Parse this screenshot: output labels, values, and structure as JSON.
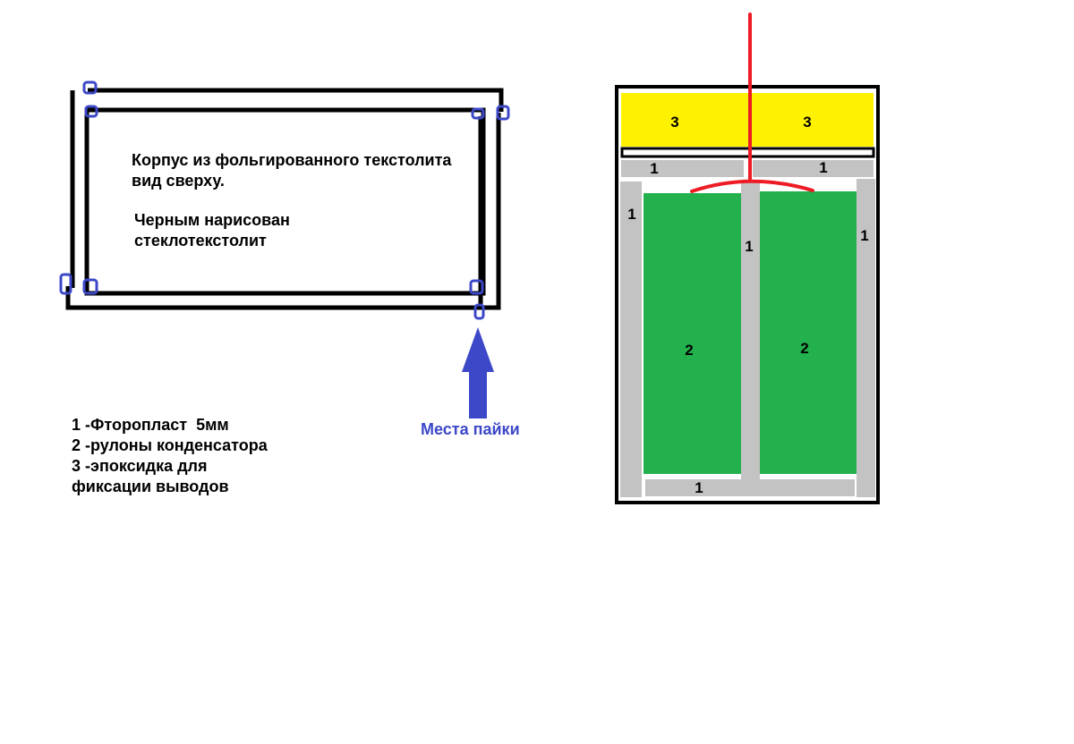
{
  "colors": {
    "outline": "#000000",
    "solder": "#3c48c8",
    "ptfe": "#c3c3c3",
    "capacitor": "#22b14c",
    "epoxy": "#fff200",
    "lead": "#ed1c24"
  },
  "top_view": {
    "description_lines": [
      "Корпус из фольгированного текстолита",
      "вид сверху."
    ],
    "note_lines": [
      "Черным нарисован",
      "стеклотекстолит"
    ]
  },
  "solder": {
    "label": "Места пайки",
    "icon": "arrow-up-icon"
  },
  "legend": {
    "items": [
      "1 -Фторопласт  5мм",
      "2 -рулоны конденсатора",
      "3 -эпоксидка для",
      "фиксации выводов"
    ]
  },
  "section_view": {
    "epoxy_labels": [
      "3",
      "3"
    ],
    "ptfe_labels": [
      "1",
      "1",
      "1",
      "1",
      "1",
      "1"
    ],
    "capacitor_labels": [
      "2",
      "2"
    ]
  }
}
